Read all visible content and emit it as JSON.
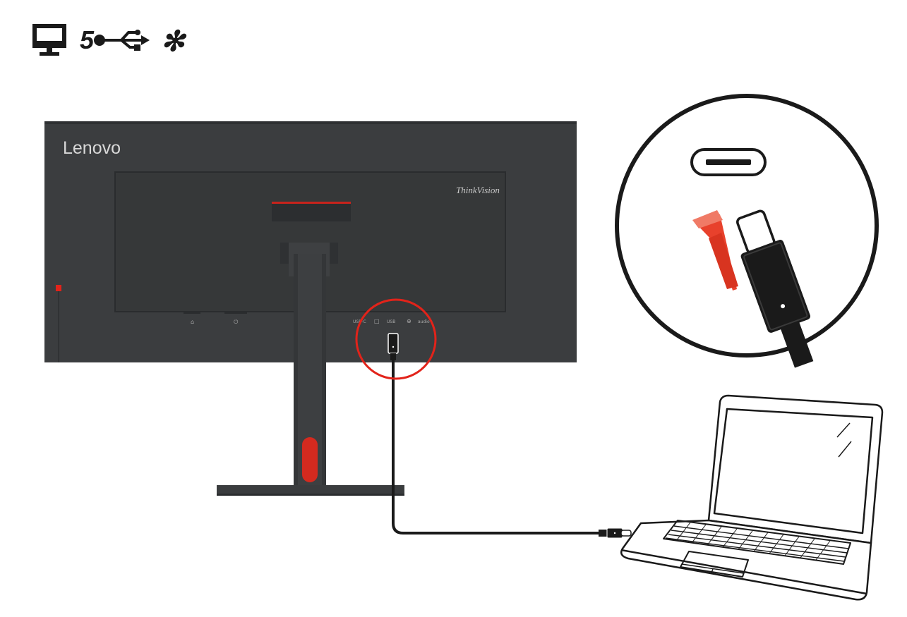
{
  "header": {
    "monitor_icon": "monitor-icon",
    "step_number": "5",
    "usb_icon": "usb-icon",
    "asterisk": "✻"
  },
  "monitor": {
    "brand": "Lenovo",
    "product_line": "ThinkVision",
    "port_labels": [
      "⏻",
      "⌂",
      "USB-C",
      "□",
      "USB",
      "⊕",
      "audio"
    ]
  },
  "callout": {
    "port_icon": "usb-c-port-icon",
    "arrow_icon": "insert-arrow-icon",
    "plug_icon": "usb-c-plug-icon"
  },
  "laptop": {
    "icon": "laptop-icon"
  },
  "colors": {
    "monitor_body": "#3a3c3e",
    "monitor_edge": "#2c2e30",
    "accent_red": "#e2231a",
    "callout_arrow": "#e8412c",
    "cable": "#1a1a1a"
  }
}
